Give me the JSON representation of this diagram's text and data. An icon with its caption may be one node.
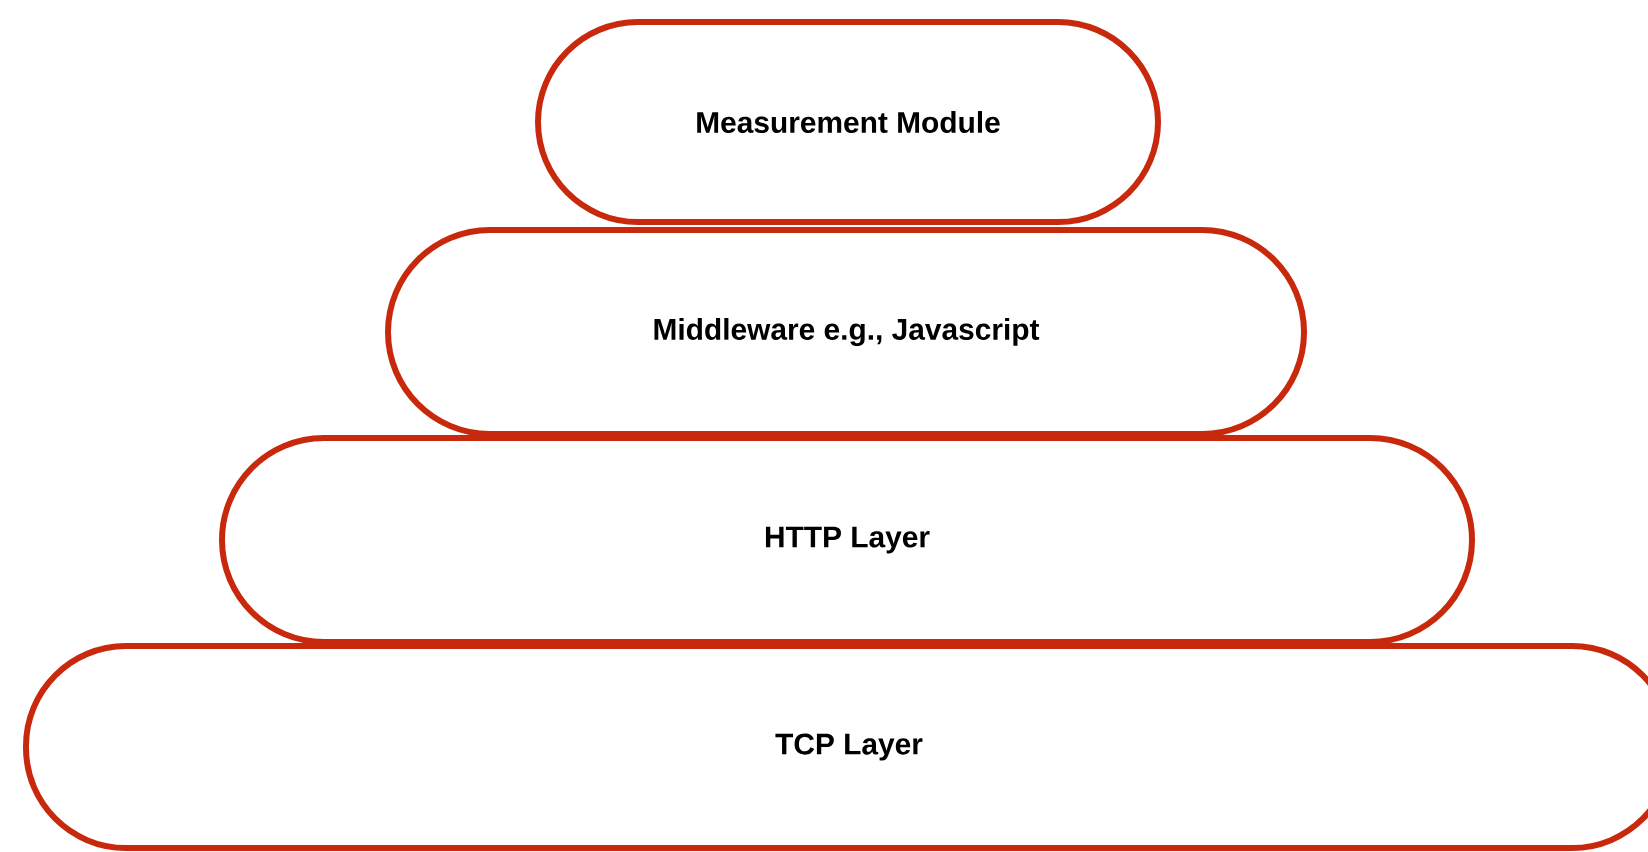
{
  "diagram": {
    "nodes": [
      {
        "text": [
          "Measurement Module"
        ]
      },
      {
        "text": [
          "Middleware e.g., Javascript"
        ]
      },
      {
        "text": [
          "HTTP Layer"
        ]
      },
      {
        "text": [
          "TCP Layer"
        ]
      }
    ]
  }
}
